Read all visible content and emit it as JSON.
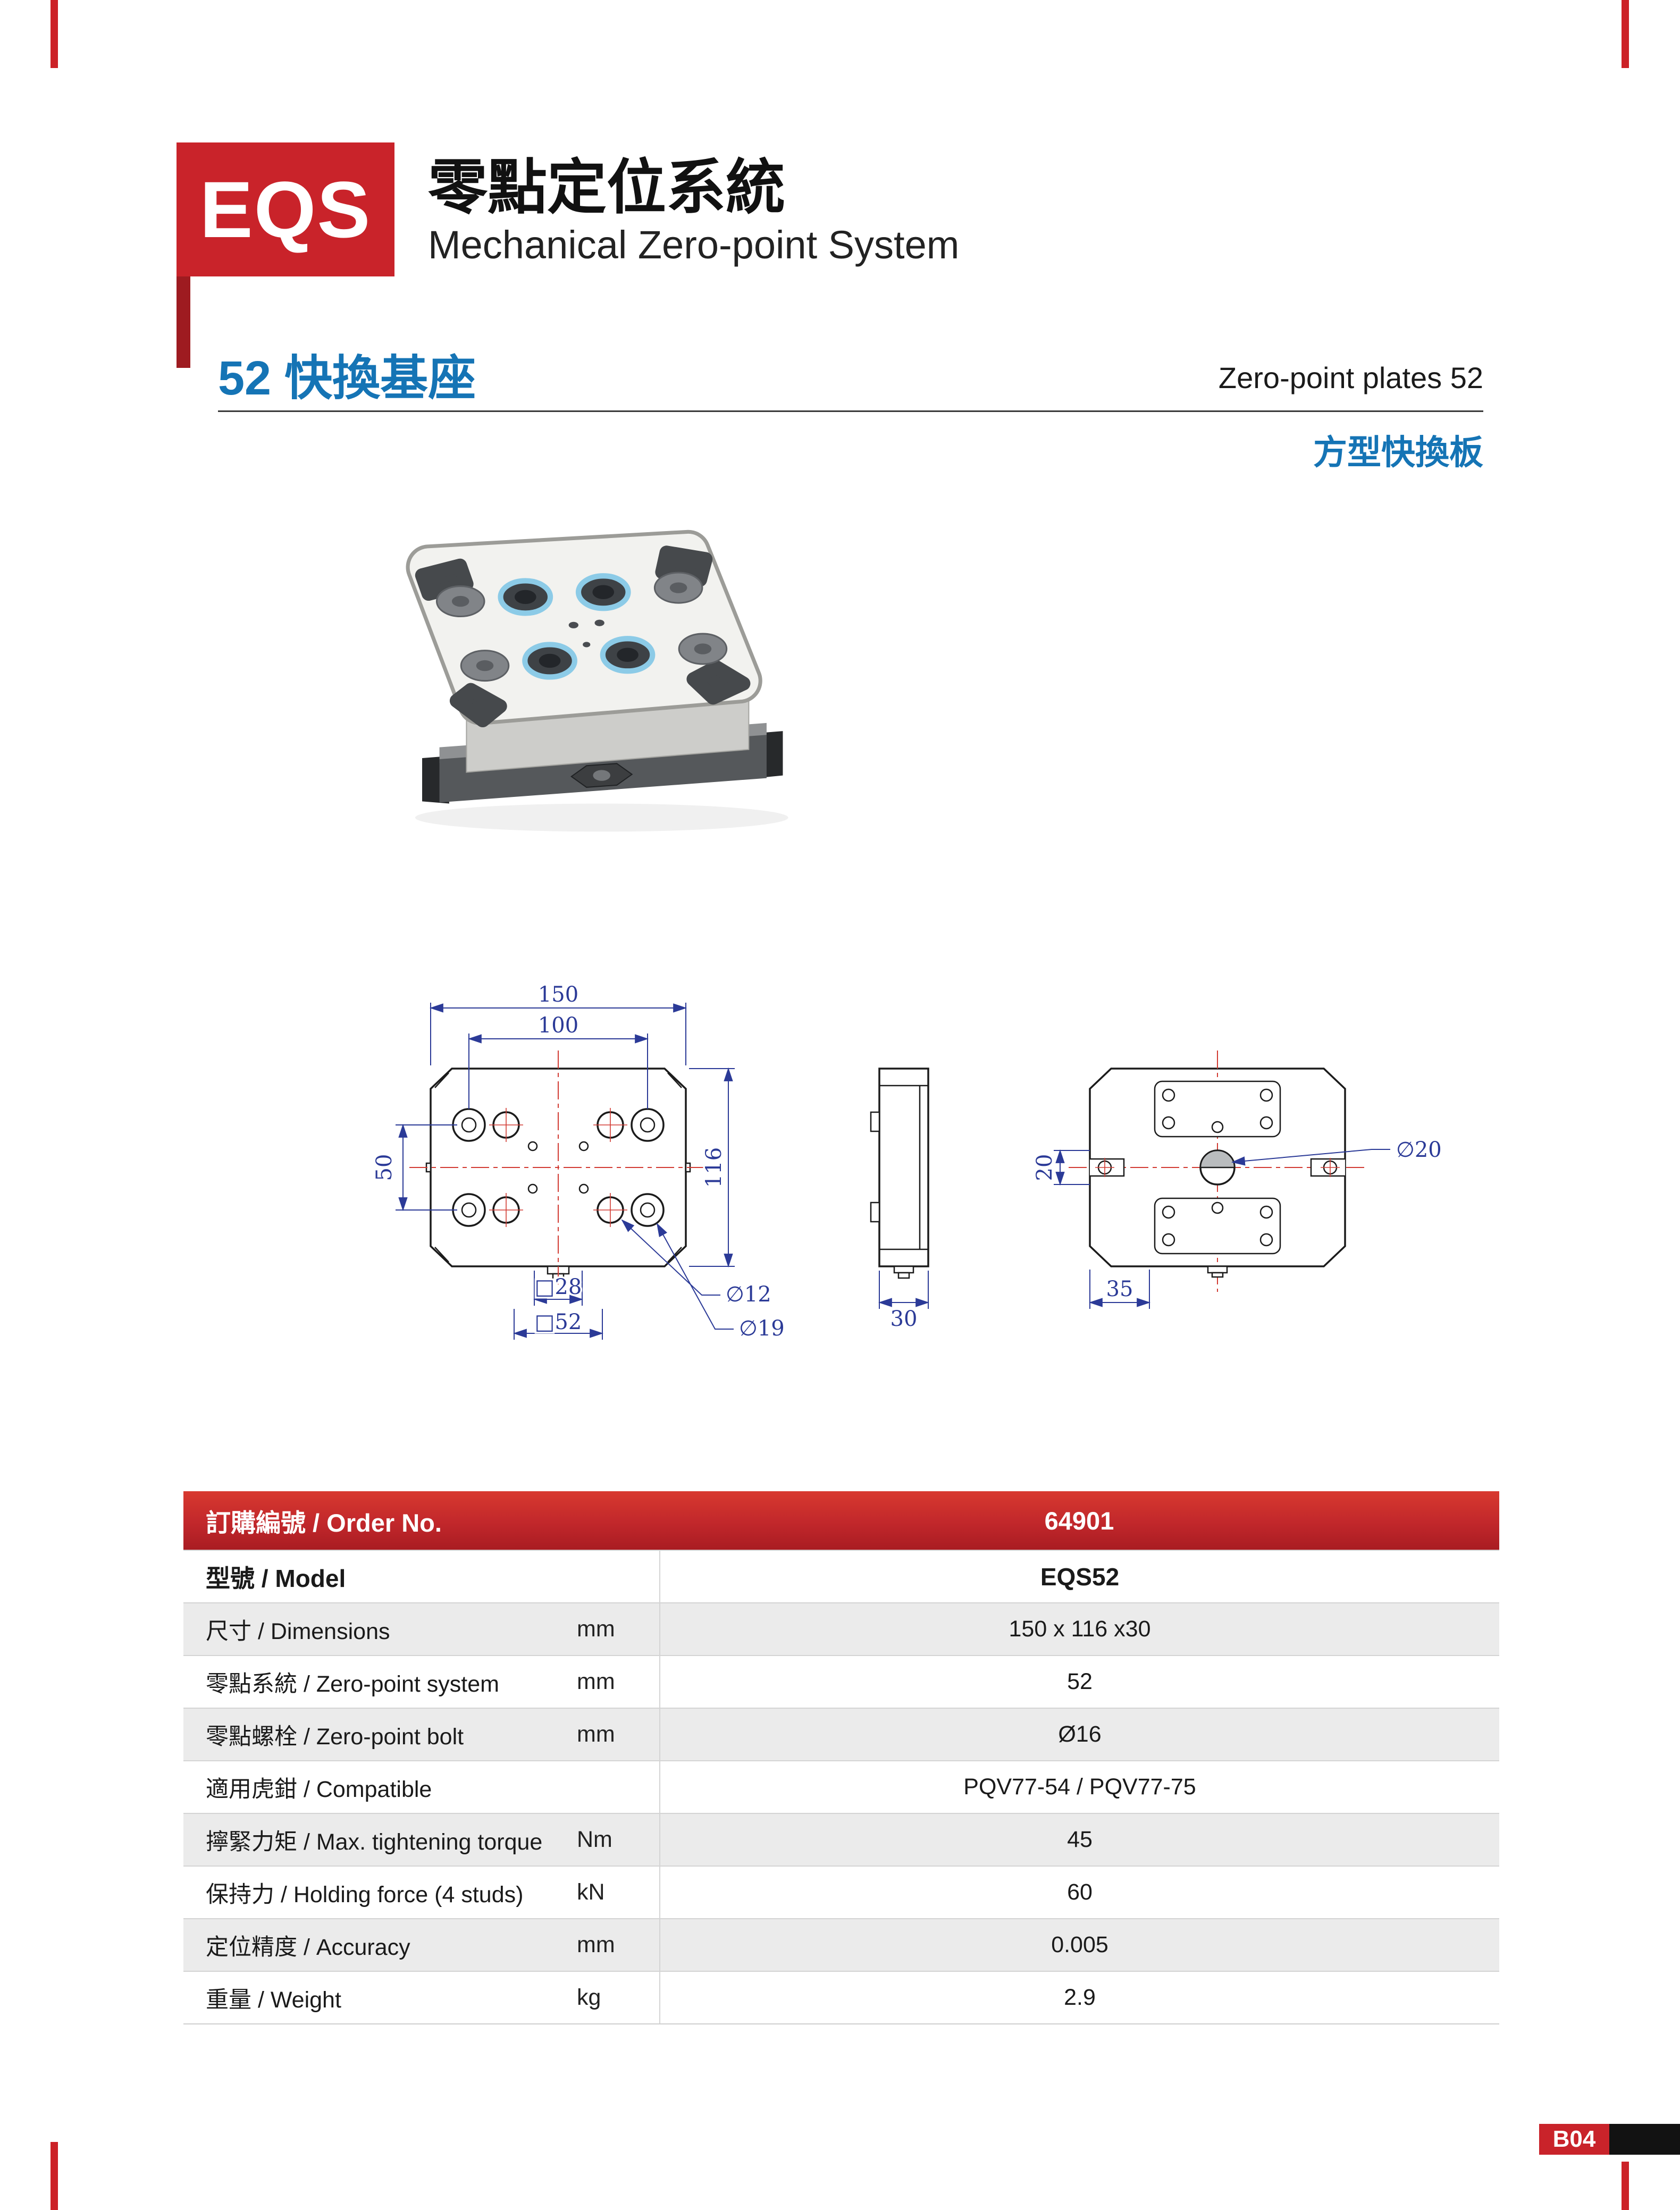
{
  "brand": {
    "code": "EQS",
    "title_zh": "零點定位系統",
    "title_en": "Mechanical Zero-point System"
  },
  "section": {
    "title_zh": "52 快換基座",
    "title_en": "Zero-point plates 52",
    "subtitle_zh": "方型快換板"
  },
  "drawing": {
    "front": {
      "w": "150",
      "w_inner": "100",
      "h_left": "50",
      "h_right": "116",
      "sq_small": "□28",
      "sq_big": "□52",
      "dia_small": "∅12",
      "dia_big": "∅19"
    },
    "side": {
      "t": "30"
    },
    "back": {
      "h": "20",
      "w": "35",
      "dia": "∅20"
    }
  },
  "table": {
    "header": {
      "label": "訂購編號 / Order No.",
      "value": "64901"
    },
    "rows": [
      {
        "label": "型號 / Model",
        "unit": "",
        "value": "EQS52"
      },
      {
        "label": "尺寸 / Dimensions",
        "unit": "mm",
        "value": "150 x 116 x30"
      },
      {
        "label": "零點系統 / Zero-point system",
        "unit": "mm",
        "value": "52"
      },
      {
        "label": "零點螺栓 / Zero-point bolt",
        "unit": "mm",
        "value": "Ø16"
      },
      {
        "label": "適用虎鉗 / Compatible",
        "unit": "",
        "value": "PQV77-54 / PQV77-75"
      },
      {
        "label": "擰緊力矩 / Max. tightening torque",
        "unit": "Nm",
        "value": "45"
      },
      {
        "label": "保持力 / Holding force (4 studs)",
        "unit": "kN",
        "value": "60"
      },
      {
        "label": "定位精度 / Accuracy",
        "unit": "mm",
        "value": "0.005"
      },
      {
        "label": "重量 / Weight",
        "unit": "kg",
        "value": "2.9"
      }
    ]
  },
  "footer": {
    "page_code": "B04"
  },
  "colors": {
    "brand_red": "#c9232a",
    "heading_blue": "#1574b5",
    "dimension_blue": "#2b3a97",
    "centerline_red": "#d23b33"
  }
}
